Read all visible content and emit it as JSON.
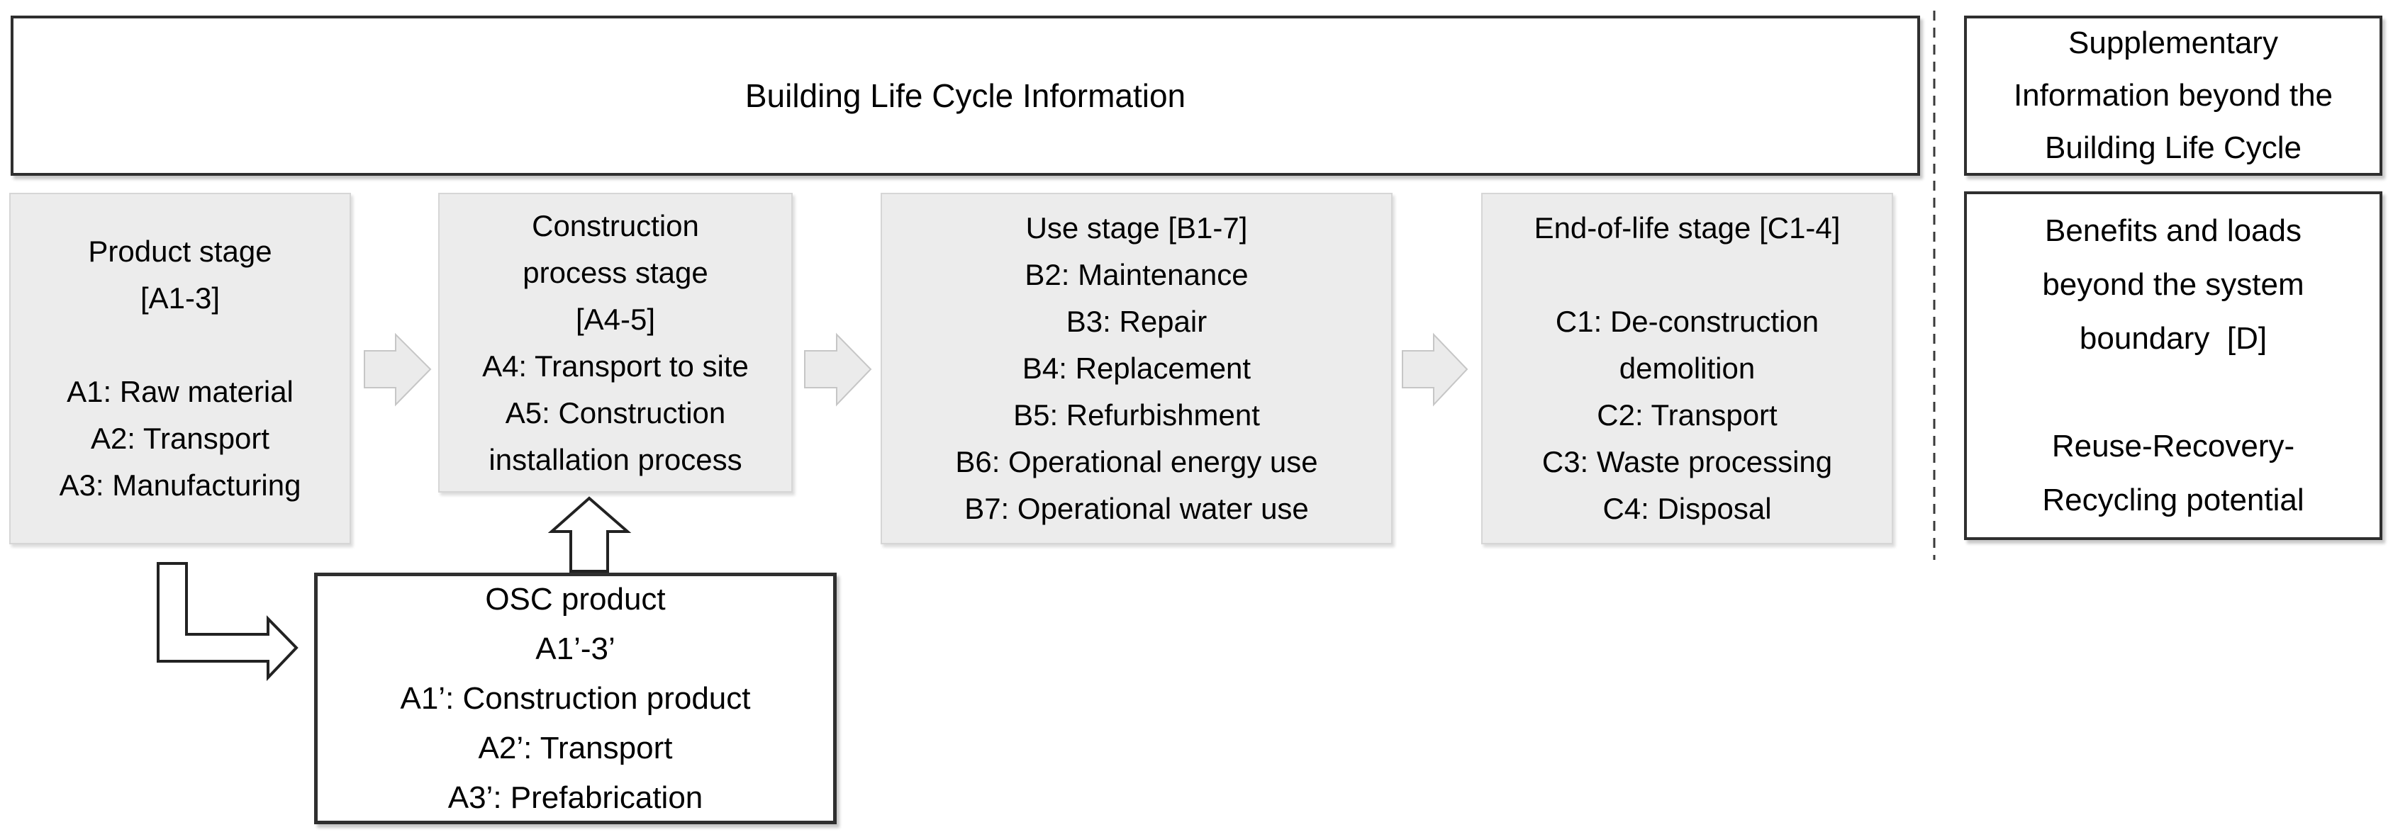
{
  "colors": {
    "text": "#000000",
    "stage_box_fill": "#ececec",
    "stage_box_border": "#d6d6d6",
    "outline_box_border": "#2f2f2f",
    "arrow_fill": "#ebebeb",
    "arrow_border": "#c6c6c6",
    "dashed_line": "#3a3a3a"
  },
  "banner": {
    "title": "Building Life Cycle Information"
  },
  "supplementary_box": {
    "lines": [
      "Supplementary",
      "Information beyond the",
      "Building Life Cycle"
    ]
  },
  "stages": [
    {
      "name": "Product stage",
      "lines": [
        "Product stage",
        "[A1-3]",
        "",
        "A1: Raw material",
        "A2: Transport",
        "A3: Manufacturing"
      ]
    },
    {
      "name": "Construction process stage",
      "lines": [
        "Construction",
        "process stage",
        "[A4-5]",
        "A4: Transport to site",
        "A5: Construction",
        "installation process"
      ]
    },
    {
      "name": "Use stage",
      "lines": [
        "Use stage [B1-7]",
        "B2: Maintenance",
        "B3: Repair",
        "B4: Replacement",
        "B5: Refurbishment",
        "B6: Operational energy use",
        "B7: Operational water use"
      ]
    },
    {
      "name": "End-of-life stage",
      "lines": [
        "End-of-life stage [C1-4]",
        "",
        "C1: De-construction",
        "demolition",
        "C2: Transport",
        "C3: Waste processing",
        "C4: Disposal"
      ]
    }
  ],
  "benefits_box": {
    "lines": [
      "Benefits and loads",
      "beyond the system",
      "boundary  [D]",
      "",
      "Reuse-Recovery-",
      "Recycling potential"
    ]
  },
  "osc_box": {
    "lines": [
      "OSC product",
      "A1’-3’",
      "A1’: Construction product",
      "A2’: Transport",
      "A3’: Prefabrication"
    ]
  }
}
